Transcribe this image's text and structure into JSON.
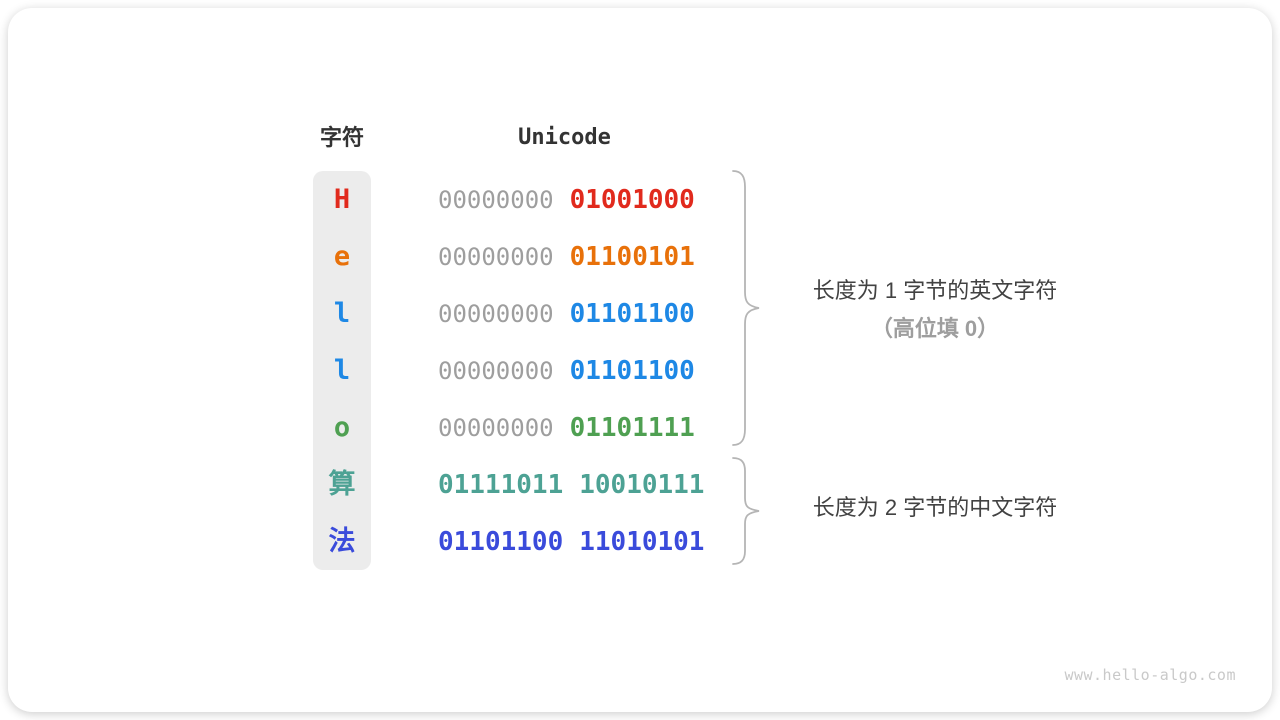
{
  "table": {
    "char_header": "字符",
    "unicode_header": "Unicode",
    "rows": [
      {
        "char": "H",
        "color": "#e12a1d",
        "byte_high": "00000000",
        "byte_low": "01001000",
        "byte_high_color": "#9e9e9e",
        "byte_low_color": "#e12a1d",
        "byte_high_emphasis": false
      },
      {
        "char": "e",
        "color": "#e8710a",
        "byte_high": "00000000",
        "byte_low": "01100101",
        "byte_high_color": "#9e9e9e",
        "byte_low_color": "#e8710a",
        "byte_high_emphasis": false
      },
      {
        "char": "l",
        "color": "#1e88e5",
        "byte_high": "00000000",
        "byte_low": "01101100",
        "byte_high_color": "#9e9e9e",
        "byte_low_color": "#1e88e5",
        "byte_high_emphasis": false
      },
      {
        "char": "l",
        "color": "#1e88e5",
        "byte_high": "00000000",
        "byte_low": "01101100",
        "byte_high_color": "#9e9e9e",
        "byte_low_color": "#1e88e5",
        "byte_high_emphasis": false
      },
      {
        "char": "o",
        "color": "#4fa052",
        "byte_high": "00000000",
        "byte_low": "01101111",
        "byte_high_color": "#9e9e9e",
        "byte_low_color": "#4fa052",
        "byte_high_emphasis": false
      },
      {
        "char": "算",
        "color": "#4da294",
        "byte_high": "01111011",
        "byte_low": "10010111",
        "byte_high_color": "#4da294",
        "byte_low_color": "#4da294",
        "byte_high_emphasis": true
      },
      {
        "char": "法",
        "color": "#3a4bdb",
        "byte_high": "01101100",
        "byte_low": "11010101",
        "byte_high_color": "#3a4bdb",
        "byte_low_color": "#3a4bdb",
        "byte_high_emphasis": true
      }
    ]
  },
  "annotations": {
    "one_byte_line1": "长度为 1 字节的英文字符",
    "one_byte_line2": "（高位填 0）",
    "two_byte_line1": "长度为 2 字节的中文字符"
  },
  "footer": {
    "watermark": "www.hello-algo.com"
  },
  "colors": {
    "muted_gray": "#9e9e9e",
    "strip_background": "#ececec",
    "brace": "#b5b5b5",
    "text_dark": "#424242",
    "watermark": "#c9c9c9",
    "red": "#e12a1d",
    "orange": "#e8710a",
    "blue": "#1e88e5",
    "green": "#4fa052",
    "teal": "#4da294",
    "royal_blue": "#3a4bdb"
  }
}
